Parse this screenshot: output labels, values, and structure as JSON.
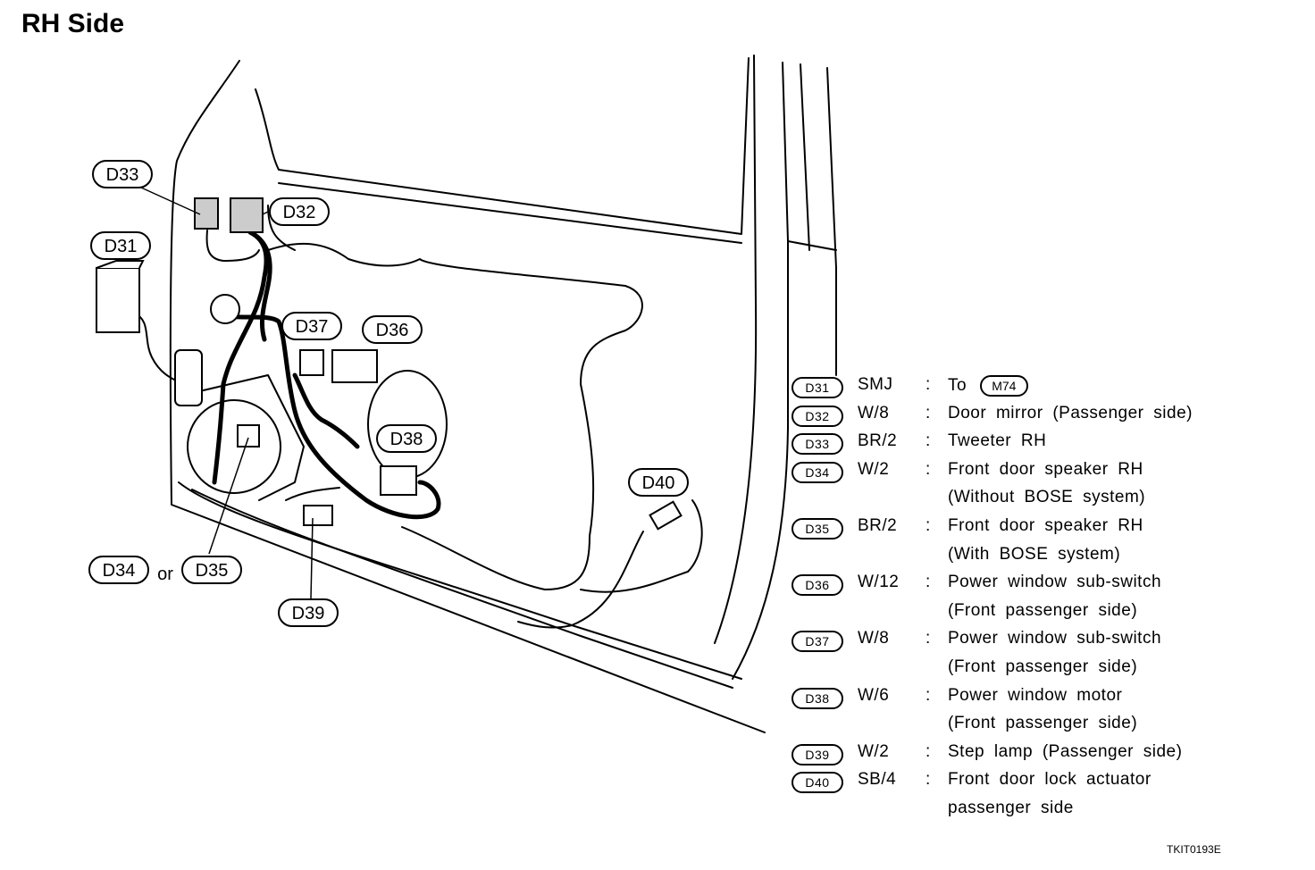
{
  "title": "RH Side",
  "figure_code": "TKIT0193E",
  "callouts": {
    "d33": "D33",
    "d32": "D32",
    "d31": "D31",
    "d37": "D37",
    "d36": "D36",
    "d38": "D38",
    "d40": "D40",
    "d34": "D34",
    "or": "or",
    "d35": "D35",
    "d39": "D39"
  },
  "legend": [
    {
      "code": "D31",
      "spec": "SMJ",
      "desc": "To",
      "ref": "M74"
    },
    {
      "code": "D32",
      "spec": "W/8",
      "desc": "Door mirror (Passenger side)"
    },
    {
      "code": "D33",
      "spec": "BR/2",
      "desc": "Tweeter RH"
    },
    {
      "code": "D34",
      "spec": "W/2",
      "desc": "Front door speaker RH"
    },
    {
      "code": "",
      "spec": "",
      "desc": "(Without BOSE system)"
    },
    {
      "code": "D35",
      "spec": "BR/2",
      "desc": "Front door speaker RH"
    },
    {
      "code": "",
      "spec": "",
      "desc": "(With BOSE system)"
    },
    {
      "code": "D36",
      "spec": "W/12",
      "desc": "Power window sub-switch"
    },
    {
      "code": "",
      "spec": "",
      "desc": "(Front passenger side)"
    },
    {
      "code": "D37",
      "spec": "W/8",
      "desc": "Power window sub-switch"
    },
    {
      "code": "",
      "spec": "",
      "desc": "(Front passenger side)"
    },
    {
      "code": "D38",
      "spec": "W/6",
      "desc": "Power window motor"
    },
    {
      "code": "",
      "spec": "",
      "desc": "(Front passenger side)"
    },
    {
      "code": "D39",
      "spec": "W/2",
      "desc": "Step lamp (Passenger side)"
    },
    {
      "code": "D40",
      "spec": "SB/4",
      "desc": "Front door lock actuator"
    },
    {
      "code": "",
      "spec": "",
      "desc": "passenger side"
    }
  ]
}
